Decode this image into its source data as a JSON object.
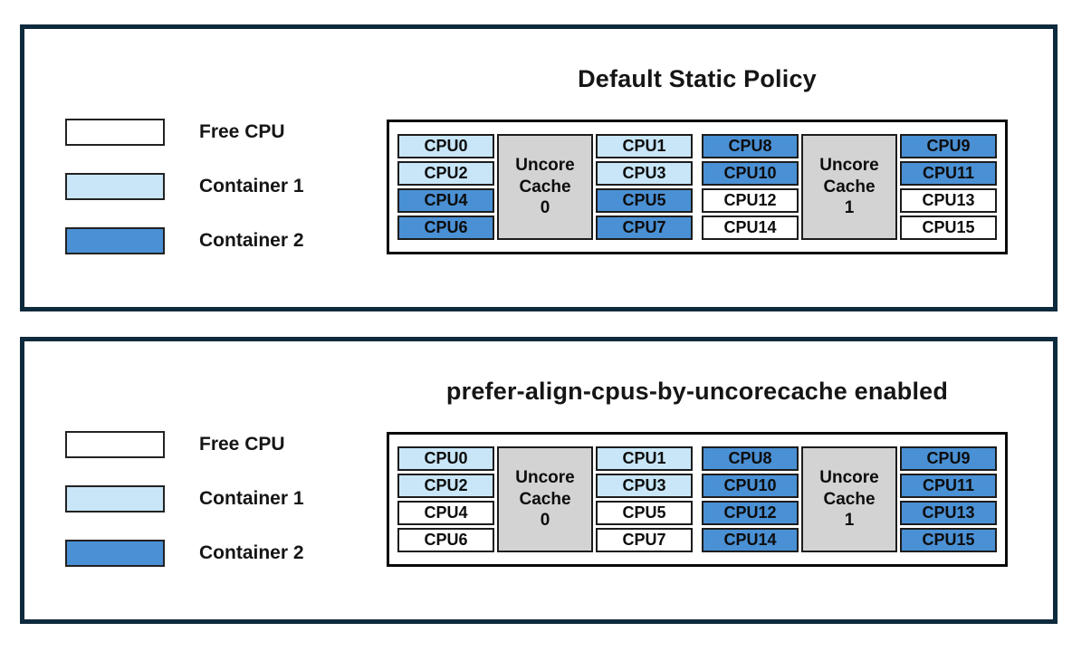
{
  "colors": {
    "free_cpu": "#ffffff",
    "container1": "#c8e6f7",
    "container2": "#4a90d4",
    "uncore_cache": "#d3d3d3",
    "panel_border": "#0e2a3d"
  },
  "panels": [
    {
      "title": "Default Static Policy",
      "legend": [
        {
          "label": "Free CPU",
          "color_key": "free_cpu"
        },
        {
          "label": "Container 1",
          "color_key": "container1"
        },
        {
          "label": "Container 2",
          "color_key": "container2"
        }
      ],
      "groups": [
        {
          "cache_lines": [
            "Uncore",
            "Cache",
            "0"
          ],
          "left_cpus": [
            {
              "label": "CPU0",
              "state": "container1"
            },
            {
              "label": "CPU2",
              "state": "container1"
            },
            {
              "label": "CPU4",
              "state": "container2"
            },
            {
              "label": "CPU6",
              "state": "container2"
            }
          ],
          "right_cpus": [
            {
              "label": "CPU1",
              "state": "container1"
            },
            {
              "label": "CPU3",
              "state": "container1"
            },
            {
              "label": "CPU5",
              "state": "container2"
            },
            {
              "label": "CPU7",
              "state": "container2"
            }
          ]
        },
        {
          "cache_lines": [
            "Uncore",
            "Cache",
            "1"
          ],
          "left_cpus": [
            {
              "label": "CPU8",
              "state": "container2"
            },
            {
              "label": "CPU10",
              "state": "container2"
            },
            {
              "label": "CPU12",
              "state": "free_cpu"
            },
            {
              "label": "CPU14",
              "state": "free_cpu"
            }
          ],
          "right_cpus": [
            {
              "label": "CPU9",
              "state": "container2"
            },
            {
              "label": "CPU11",
              "state": "container2"
            },
            {
              "label": "CPU13",
              "state": "free_cpu"
            },
            {
              "label": "CPU15",
              "state": "free_cpu"
            }
          ]
        }
      ]
    },
    {
      "title": "prefer-align-cpus-by-uncorecache enabled",
      "legend": [
        {
          "label": "Free CPU",
          "color_key": "free_cpu"
        },
        {
          "label": "Container 1",
          "color_key": "container1"
        },
        {
          "label": "Container 2",
          "color_key": "container2"
        }
      ],
      "groups": [
        {
          "cache_lines": [
            "Uncore",
            "Cache",
            "0"
          ],
          "left_cpus": [
            {
              "label": "CPU0",
              "state": "container1"
            },
            {
              "label": "CPU2",
              "state": "container1"
            },
            {
              "label": "CPU4",
              "state": "free_cpu"
            },
            {
              "label": "CPU6",
              "state": "free_cpu"
            }
          ],
          "right_cpus": [
            {
              "label": "CPU1",
              "state": "container1"
            },
            {
              "label": "CPU3",
              "state": "container1"
            },
            {
              "label": "CPU5",
              "state": "free_cpu"
            },
            {
              "label": "CPU7",
              "state": "free_cpu"
            }
          ]
        },
        {
          "cache_lines": [
            "Uncore",
            "Cache",
            "1"
          ],
          "left_cpus": [
            {
              "label": "CPU8",
              "state": "container2"
            },
            {
              "label": "CPU10",
              "state": "container2"
            },
            {
              "label": "CPU12",
              "state": "container2"
            },
            {
              "label": "CPU14",
              "state": "container2"
            }
          ],
          "right_cpus": [
            {
              "label": "CPU9",
              "state": "container2"
            },
            {
              "label": "CPU11",
              "state": "container2"
            },
            {
              "label": "CPU13",
              "state": "container2"
            },
            {
              "label": "CPU15",
              "state": "container2"
            }
          ]
        }
      ]
    }
  ]
}
